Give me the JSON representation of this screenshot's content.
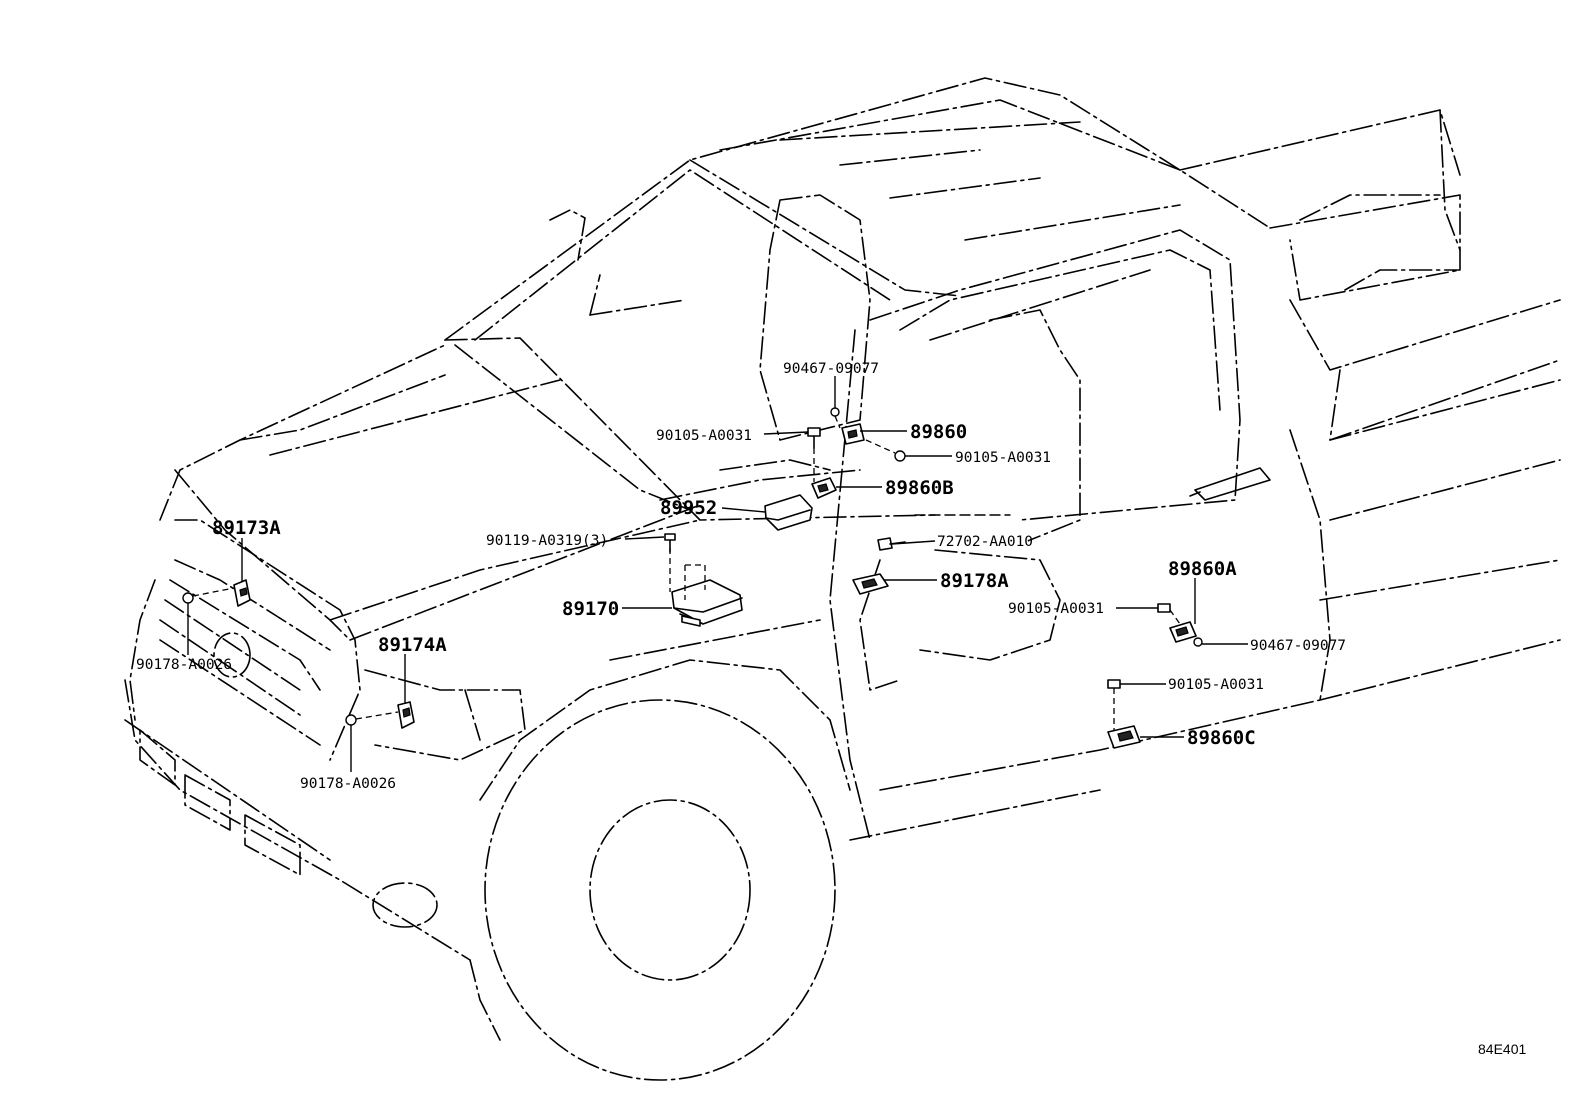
{
  "diagram": {
    "figure_code": "84E401",
    "parts": {
      "p89173A": "89173A",
      "p90178_left": "90178-A0026",
      "p89174A": "89174A",
      "p90178_right": "90178-A0026",
      "p89170": "89170",
      "p90119": "90119-A0319(3)",
      "p89952": "89952",
      "p90105_a": "90105-A0031",
      "p90467_a": "90467-09077",
      "p89860": "89860",
      "p90105_b": "90105-A0031",
      "p89860B": "89860B",
      "p72702": "72702-AA010",
      "p89178A": "89178A",
      "p89860A": "89860A",
      "p90105_c": "90105-A0031",
      "p90467_b": "90467-09077",
      "p90105_d": "90105-A0031",
      "p89860C": "89860C"
    }
  }
}
